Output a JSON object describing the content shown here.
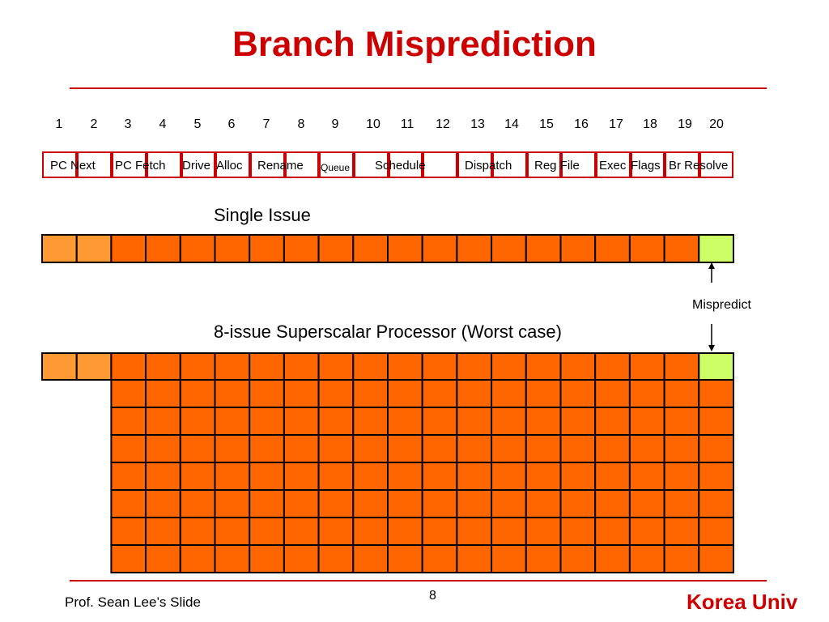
{
  "title": "Branch Misprediction",
  "cycle_numbers": [
    "1",
    "2",
    "3",
    "4",
    "5",
    "6",
    "7",
    "8",
    "9",
    "10",
    "11",
    "12",
    "13",
    "14",
    "15",
    "16",
    "17",
    "18",
    "19",
    "20"
  ],
  "stage_labels": [
    "PC Next",
    "PC Fetch",
    "Drive",
    "Alloc",
    "Rename",
    "Queue",
    "Schedule",
    "Dispatch",
    "Reg File",
    "Exec",
    "Flags",
    "Br Resolve"
  ],
  "single_issue_label": "Single Issue",
  "superscalar_label": "8-issue Superscalar Processor (Worst case)",
  "mispredict_label": "Mispredict",
  "footer": {
    "left": "Prof. Sean Lee’s Slide",
    "page": "8",
    "right": "Korea Univ"
  },
  "colors": {
    "accent": "#cc0000",
    "light_orange": "#ff9933",
    "orange": "#ff6600",
    "green": "#ccff66"
  }
}
